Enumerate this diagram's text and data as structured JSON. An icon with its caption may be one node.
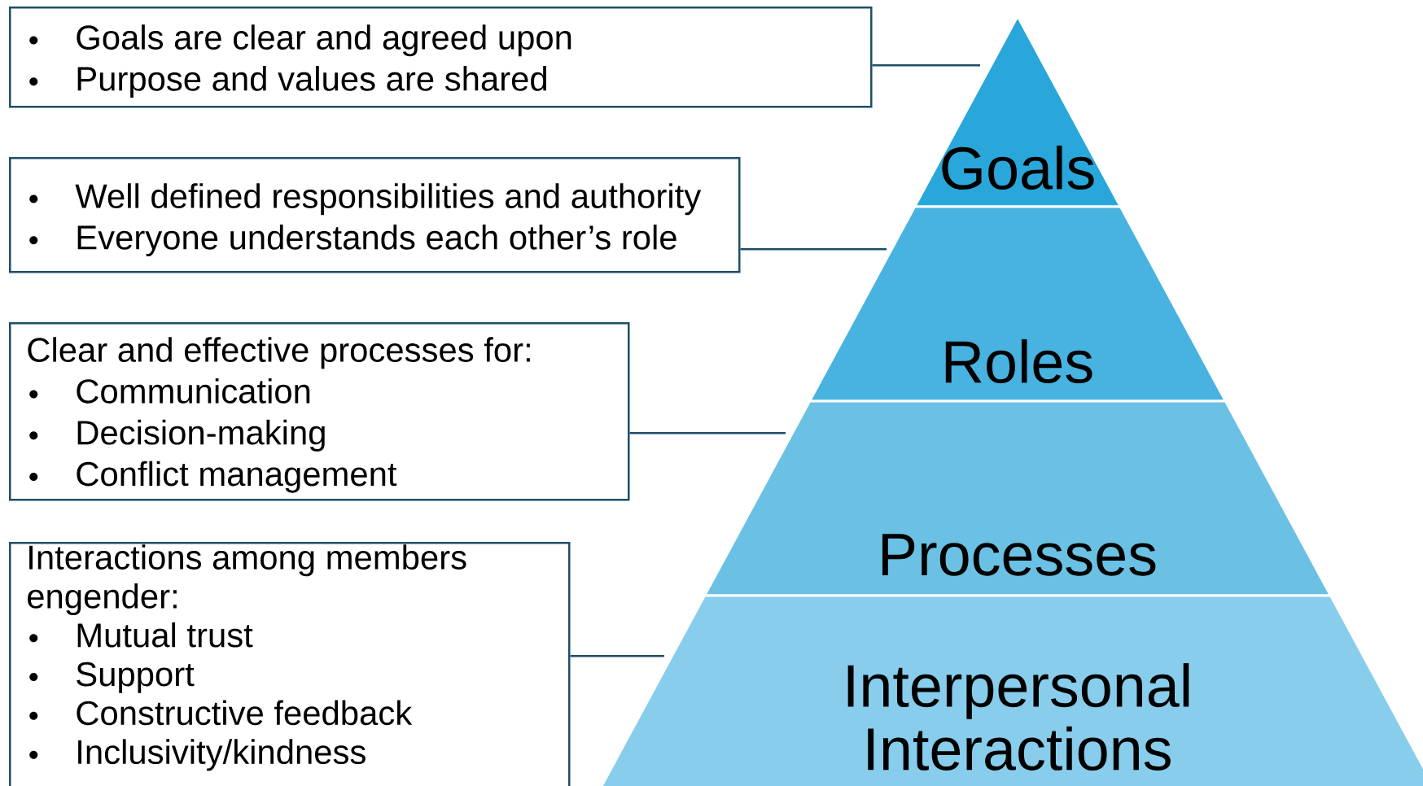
{
  "diagram": {
    "nodes": [
      {
        "text": [
          "Goals are clear and agreed upon",
          "Purpose and values are shared"
        ]
      },
      {
        "text": [
          "Well defined responsibilities and authority",
          "Everyone understands each other’s role"
        ]
      },
      {
        "text": [
          "Clear and effective processes for:",
          "Communication",
          "Decision-making",
          "Conflict management"
        ]
      },
      {
        "text": [
          "Interactions among members engender:",
          "Mutual trust",
          "Support",
          "Constructive feedback",
          "Inclusivity/kindness"
        ]
      },
      {
        "text": [
          "Goals"
        ]
      },
      {
        "text": [
          "Roles"
        ]
      },
      {
        "text": [
          "Processes"
        ]
      },
      {
        "text": [
          "Interpersonal Interactions"
        ]
      }
    ],
    "edges": [
      {
        "from": 0,
        "to": 4,
        "arrow": "none"
      },
      {
        "from": 1,
        "to": 5,
        "arrow": "none"
      },
      {
        "from": 2,
        "to": 6,
        "arrow": "none"
      },
      {
        "from": 3,
        "to": 7,
        "arrow": "none"
      }
    ]
  }
}
